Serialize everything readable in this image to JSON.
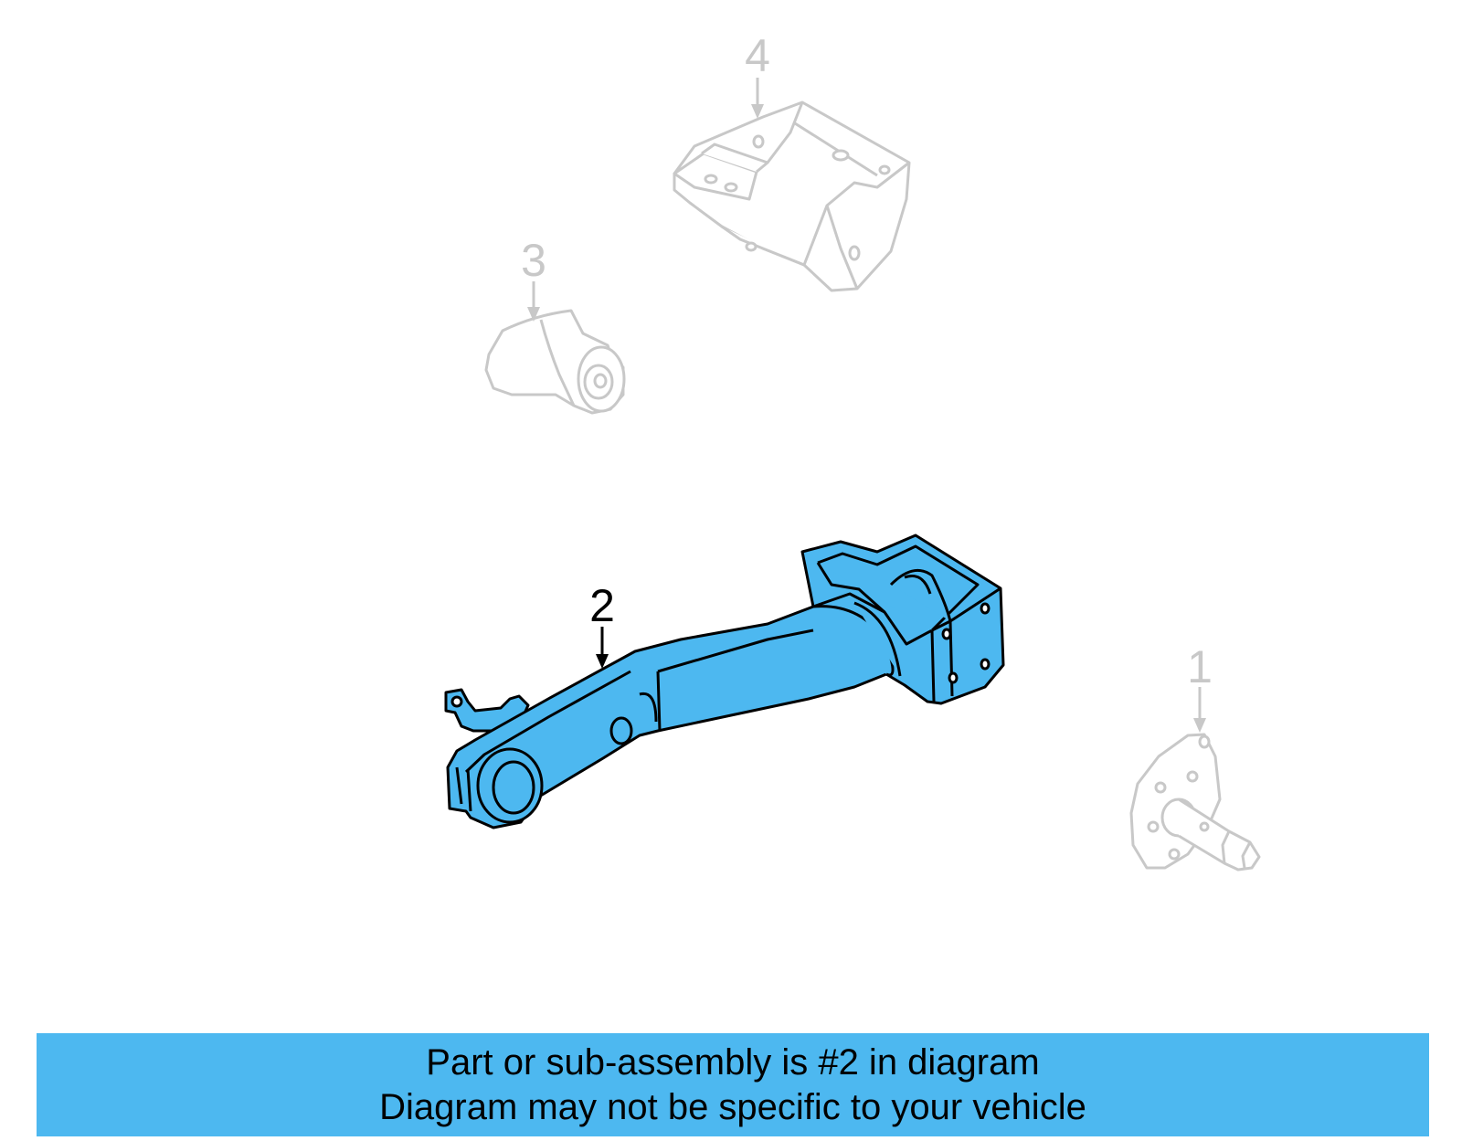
{
  "colors": {
    "highlight": "#4db8f0",
    "faded": "#c8c8c8",
    "outline": "#000000"
  },
  "callouts": {
    "part_1": "1",
    "part_2": "2",
    "part_3": "3",
    "part_4": "4"
  },
  "banner": {
    "line1": "Part or sub-assembly is #2 in diagram",
    "line2": "Diagram may not be specific to your vehicle"
  }
}
